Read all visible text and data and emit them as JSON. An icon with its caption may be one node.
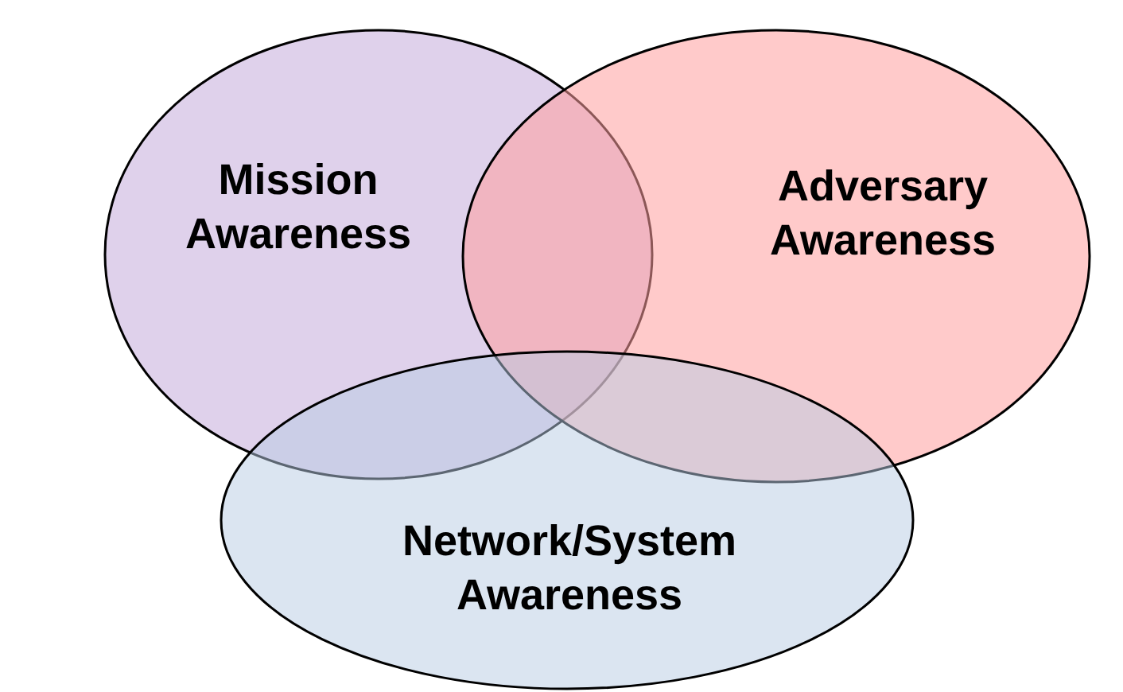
{
  "diagram": {
    "nodes": [
      {
        "text": [
          "Mission Awareness"
        ]
      },
      {
        "text": [
          "Adversary Awareness"
        ]
      },
      {
        "text": [
          "Network/System Awareness"
        ]
      }
    ],
    "edges": []
  }
}
